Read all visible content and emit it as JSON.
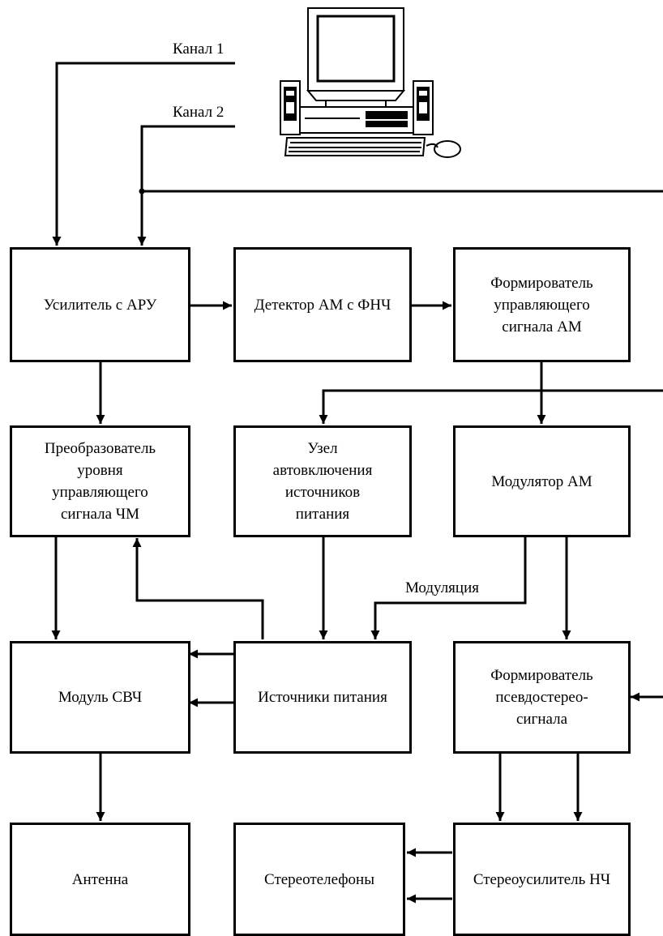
{
  "channels": {
    "channel1": "Канал 1",
    "channel2": "Канал 2"
  },
  "blocks": {
    "agc_amplifier": "Усилитель с АРУ",
    "am_detector": "Детектор АМ с ФНЧ",
    "am_control_former": "Формирователь\nуправляющего\nсигнала АМ",
    "fm_level_converter": "Преобразователь\nуровня\nуправляющего\nсигнала ЧМ",
    "auto_power_unit": "Узел\nавтовключения\nисточников\nпитания",
    "am_modulator": "Модулятор АМ",
    "microwave_module": "Модуль СВЧ",
    "power_sources": "Источники питания",
    "pseudostereo_former": "Формирователь\nпсевдостерео-\nсигнала",
    "antenna": "Антенна",
    "stereo_headphones": "Стереотелефоны",
    "stereo_amplifier": "Стереоусилитель НЧ"
  },
  "labels": {
    "modulation": "Модуляция"
  },
  "icons": {
    "computer": "desktop-computer-icon"
  },
  "colors": {
    "line": "#000000",
    "background": "#ffffff"
  }
}
